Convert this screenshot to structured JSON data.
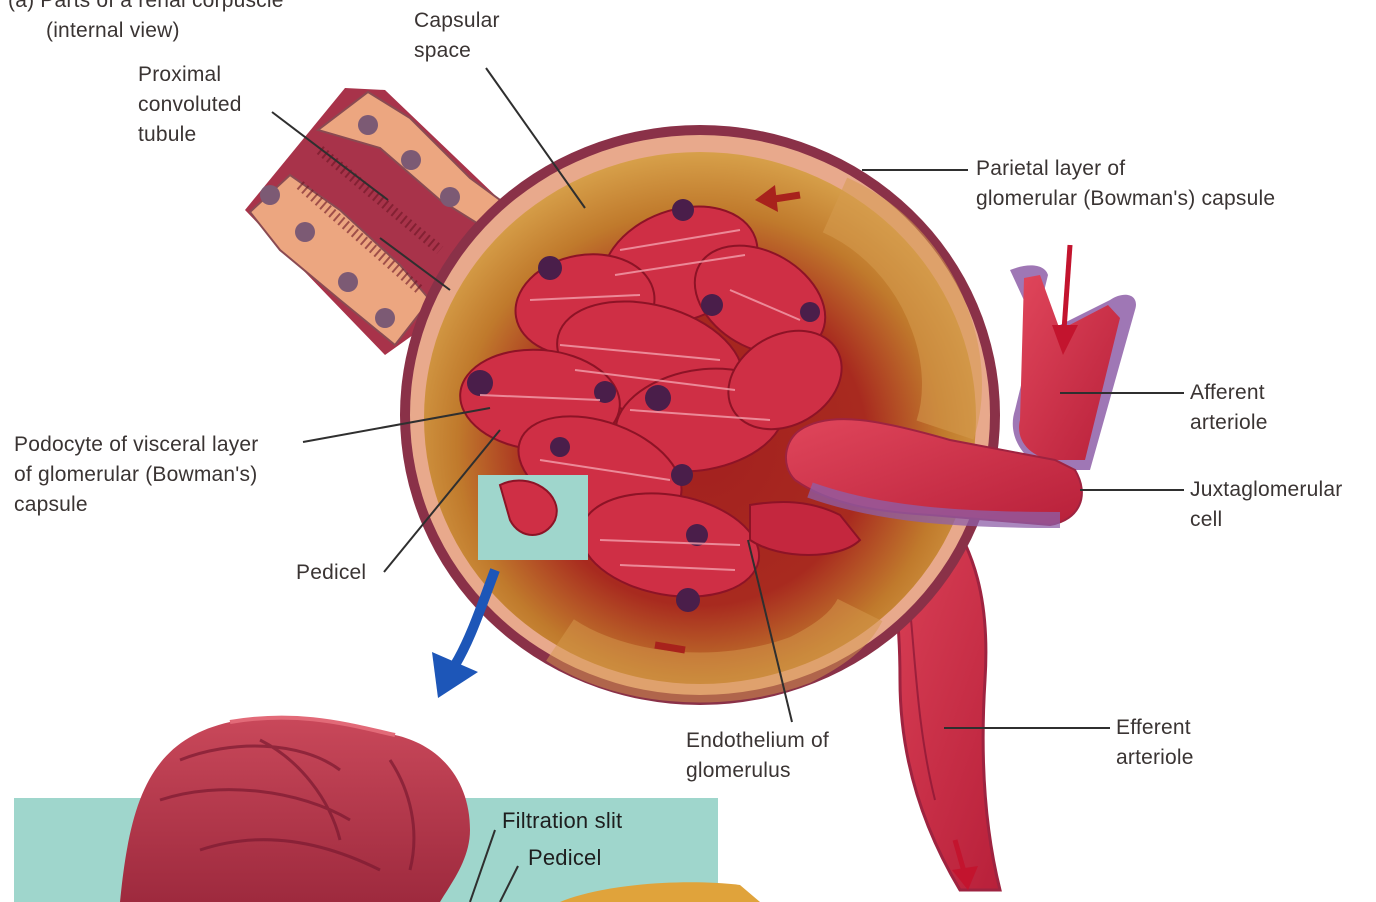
{
  "labels": {
    "header": [
      "(a) Parts of a renal corpuscle",
      "(internal view)"
    ],
    "capsular_space": [
      "Capsular",
      "space"
    ],
    "proximal_tubule": [
      "Proximal",
      "convoluted",
      "tubule"
    ],
    "parietal_layer": [
      "Parietal layer of",
      "glomerular (Bowman's) capsule"
    ],
    "afferent_arteriole": [
      "Afferent",
      "arteriole"
    ],
    "juxtaglomerular_cell": [
      "Juxtaglomerular",
      "cell"
    ],
    "podocyte": [
      "Podocyte of visceral layer",
      "of glomerular (Bowman's)",
      "capsule"
    ],
    "pedicel_upper": "Pedicel",
    "endothelium": [
      "Endothelium of",
      "glomerulus"
    ],
    "efferent_arteriole": [
      "Efferent",
      "arteriole"
    ],
    "filtration_slit": "Filtration slit",
    "pedicel_lower": "Pedicel"
  },
  "colors": {
    "tissue_red": "#c8283a",
    "capsule_wall": "#e7a48a",
    "capsule_interior": "#c9862f",
    "tubule_cell": "#e9a77a",
    "nucleus": "#5b2a55",
    "inset_teal": "#9fd6cc",
    "arrow_blue": "#1d56b8",
    "label_text": "#3a3433"
  }
}
